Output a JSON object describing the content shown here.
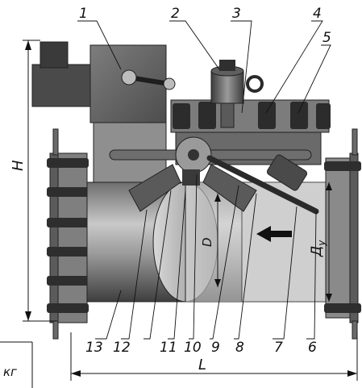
{
  "part_numbers": [
    "1",
    "2",
    "3",
    "4",
    "5",
    "6",
    "7",
    "8",
    "9",
    "10",
    "11",
    "12",
    "13"
  ],
  "dimensions": {
    "height": "H",
    "length": "L",
    "nominal_diameter": "Д",
    "nominal_diameter_sub": "у",
    "inner_diameter": "D"
  },
  "table_fragment": "кг",
  "colors": {
    "body": "#8e8e8e",
    "body_dark": "#4a4a4a",
    "flange": "#7a7a7a",
    "bolt": "#2f2f2f",
    "motor": "#6a6a6a",
    "line": "#111111"
  },
  "icons": [
    "flow-arrow-icon"
  ]
}
